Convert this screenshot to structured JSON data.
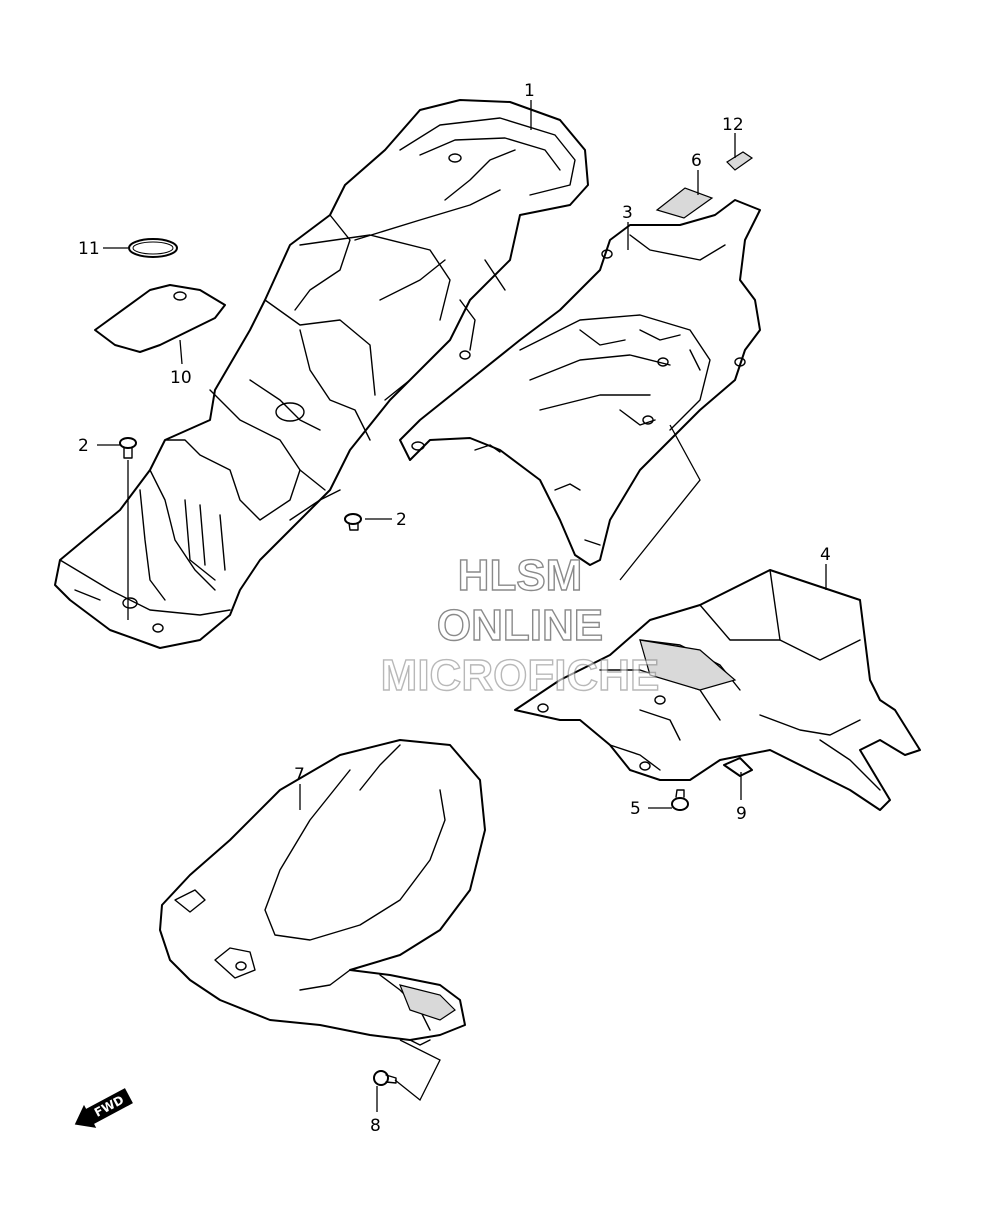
{
  "callouts": [
    {
      "id": "1",
      "label": "1"
    },
    {
      "id": "2a",
      "label": "2"
    },
    {
      "id": "2b",
      "label": "2"
    },
    {
      "id": "3",
      "label": "3"
    },
    {
      "id": "4",
      "label": "4"
    },
    {
      "id": "5",
      "label": "5"
    },
    {
      "id": "6",
      "label": "6"
    },
    {
      "id": "7",
      "label": "7"
    },
    {
      "id": "8",
      "label": "8"
    },
    {
      "id": "9",
      "label": "9"
    },
    {
      "id": "10",
      "label": "10"
    },
    {
      "id": "11",
      "label": "11"
    },
    {
      "id": "12",
      "label": "12"
    }
  ],
  "watermark": {
    "line1": "HLSM",
    "line2": "ONLINE",
    "line3": "MICROFICHE",
    "color": "#8a8a8a"
  },
  "direction_arrow": {
    "label": "FWD"
  }
}
